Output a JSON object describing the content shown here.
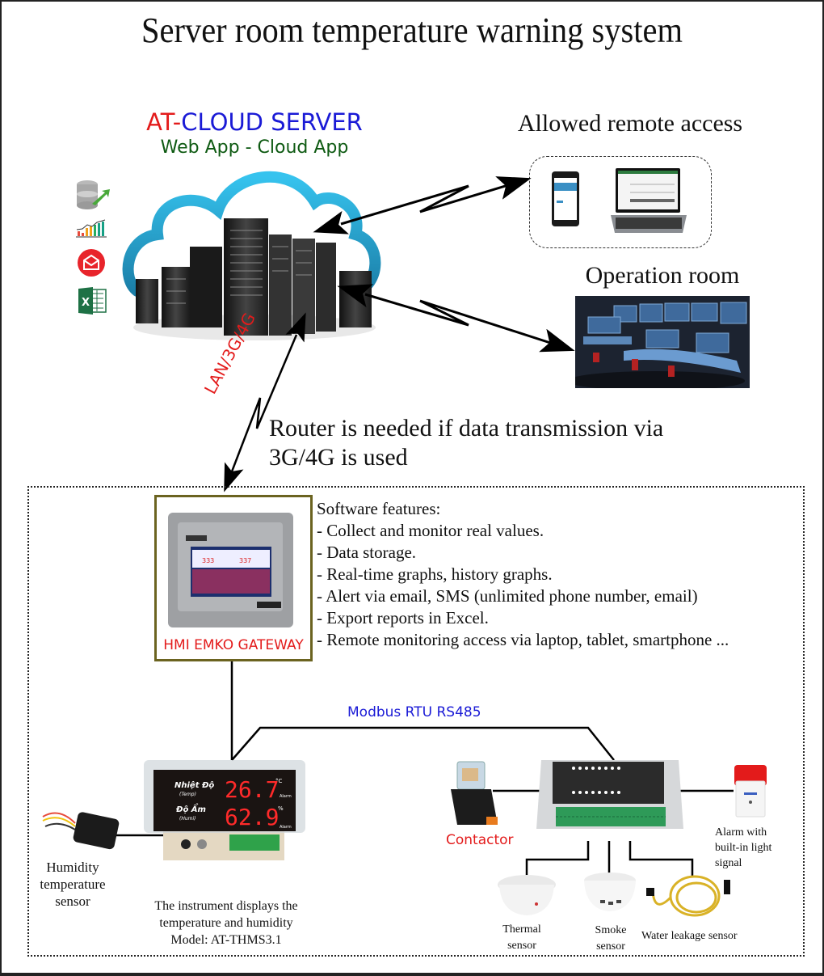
{
  "title": "Server room temperature warning system",
  "cloud": {
    "title_prefix": "AT-",
    "title_main": "CLOUD SERVER",
    "subtitle": "Web App - Cloud App",
    "side_icons": [
      "database-export-icon",
      "bar-chart-icon",
      "email-icon",
      "excel-icon"
    ],
    "colors": {
      "prefix": "#e31b1b",
      "main": "#1a1ad6",
      "subtitle": "#0e5a12",
      "cloud_outline": "#29b6e3"
    }
  },
  "remote_access": {
    "label": "Allowed remote access",
    "devices": [
      "smartphone",
      "laptop"
    ]
  },
  "operation_room": {
    "label": "Operation room"
  },
  "link": {
    "label": "LAN/3G/4G",
    "note_line1": "Router is needed if data transmission via",
    "note_line2": "3G/4G is used"
  },
  "gateway": {
    "label": "HMI EMKO GATEWAY",
    "screen_values": [
      "333",
      "337"
    ]
  },
  "software_features": {
    "title": "Software features:",
    "items": [
      "- Collect and monitor real values.",
      "- Data storage.",
      "- Real-time graphs, history graphs.",
      "- Alert via email, SMS (unlimited phone number, email)",
      "- Export reports in Excel.",
      "- Remote monitoring access via laptop, tablet, smartphone ..."
    ]
  },
  "bus": {
    "label": "Modbus RTU RS485"
  },
  "instrument": {
    "temp_label": "Nhiệt Độ",
    "temp_sub": "(Temp)",
    "humi_label": "Độ Ẩm",
    "humi_sub": "(Humi)",
    "temp_value": "26.7",
    "temp_unit": "°C",
    "humi_value": "62.9",
    "humi_unit": "%",
    "alarm": "Alarm",
    "caption_line1": "The instrument displays the",
    "caption_line2": "temperature and humidity",
    "caption_line3": "Model: AT-THMS3.1"
  },
  "devices": {
    "humidity_sensor": [
      "Humidity",
      "temperature",
      "sensor"
    ],
    "contactor": "Contactor",
    "alarm": [
      "Alarm with",
      "built-in light",
      "signal"
    ],
    "thermal": [
      "Thermal",
      "sensor"
    ],
    "smoke": [
      "Smoke",
      "sensor"
    ],
    "water": "Water leakage sensor"
  }
}
